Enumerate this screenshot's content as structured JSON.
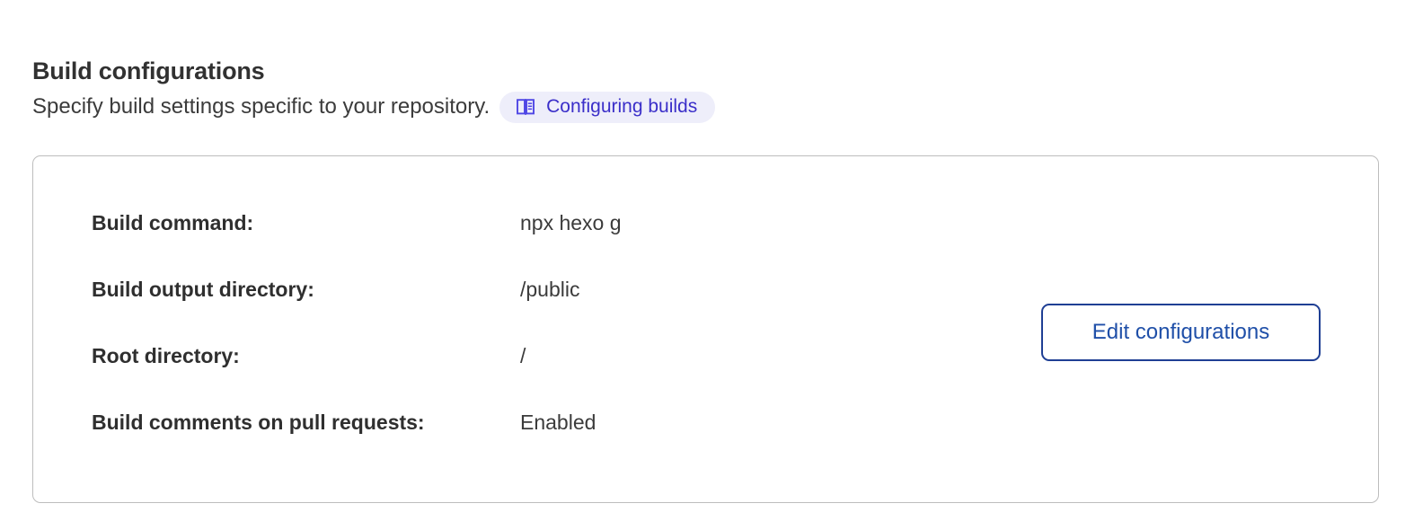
{
  "section": {
    "title": "Build configurations",
    "subtitle": "Specify build settings specific to your repository.",
    "doc_badge": {
      "label": "Configuring builds",
      "icon": "book-open-icon",
      "bg_color": "#eeeefa",
      "text_color": "#3b2fc9",
      "icon_color": "#4f46e5"
    }
  },
  "card": {
    "border_color": "#bdbdbd",
    "rows": [
      {
        "label": "Build command:",
        "value": "npx hexo g"
      },
      {
        "label": "Build output directory:",
        "value": "/public"
      },
      {
        "label": "Root directory:",
        "value": "/"
      },
      {
        "label": "Build comments on pull requests:",
        "value": "Enabled"
      }
    ],
    "edit_button": {
      "label": "Edit configurations",
      "border_color": "#1f3f94",
      "text_color": "#1f4fa8"
    }
  }
}
